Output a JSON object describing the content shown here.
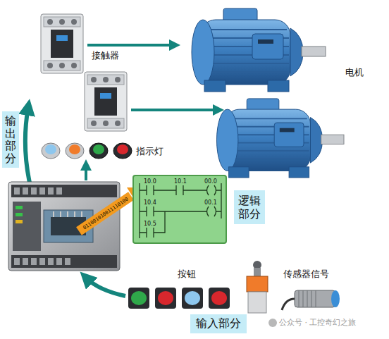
{
  "diagram": {
    "nodes": [
      {
        "text": [
          "输出部分"
        ]
      },
      {
        "text": [
          "10.0",
          "10.1",
          "00.0",
          "10.4",
          "00.1",
          "10.5"
        ]
      },
      {
        "text": [
          "逻辑部分"
        ]
      },
      {
        "text": [
          "输入部分"
        ]
      }
    ],
    "labels": [
      "接触器",
      "电机",
      "指示灯",
      "按钮",
      "传感器信号",
      "011001010011110100",
      "公众号 · 工控奇幻之旅"
    ]
  }
}
